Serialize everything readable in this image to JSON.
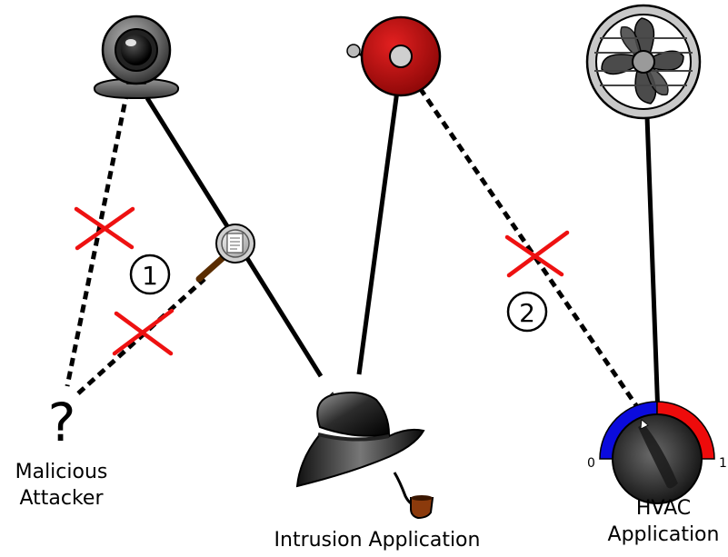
{
  "labels": {
    "attacker_line1": "Malicious",
    "attacker_line2": "Attacker",
    "intrusion": "Intrusion Application",
    "hvac_line1": "HVAC",
    "hvac_line2": "Application",
    "attacker_symbol": "?",
    "dial_min": "0",
    "dial_max": "1",
    "step1": "①",
    "step2": "②"
  },
  "colors": {
    "blocked_cross": "#ee1111",
    "bell_red": "#cc0f0f",
    "dial_cold": "#0b0bdd",
    "dial_hot": "#ee0b0b"
  },
  "icons": [
    "webcam-icon",
    "alarm-bell-icon",
    "fan-icon",
    "question-mark-icon",
    "magnifier-icon",
    "detective-hat-icon",
    "pipe-icon",
    "thermostat-dial-icon"
  ]
}
